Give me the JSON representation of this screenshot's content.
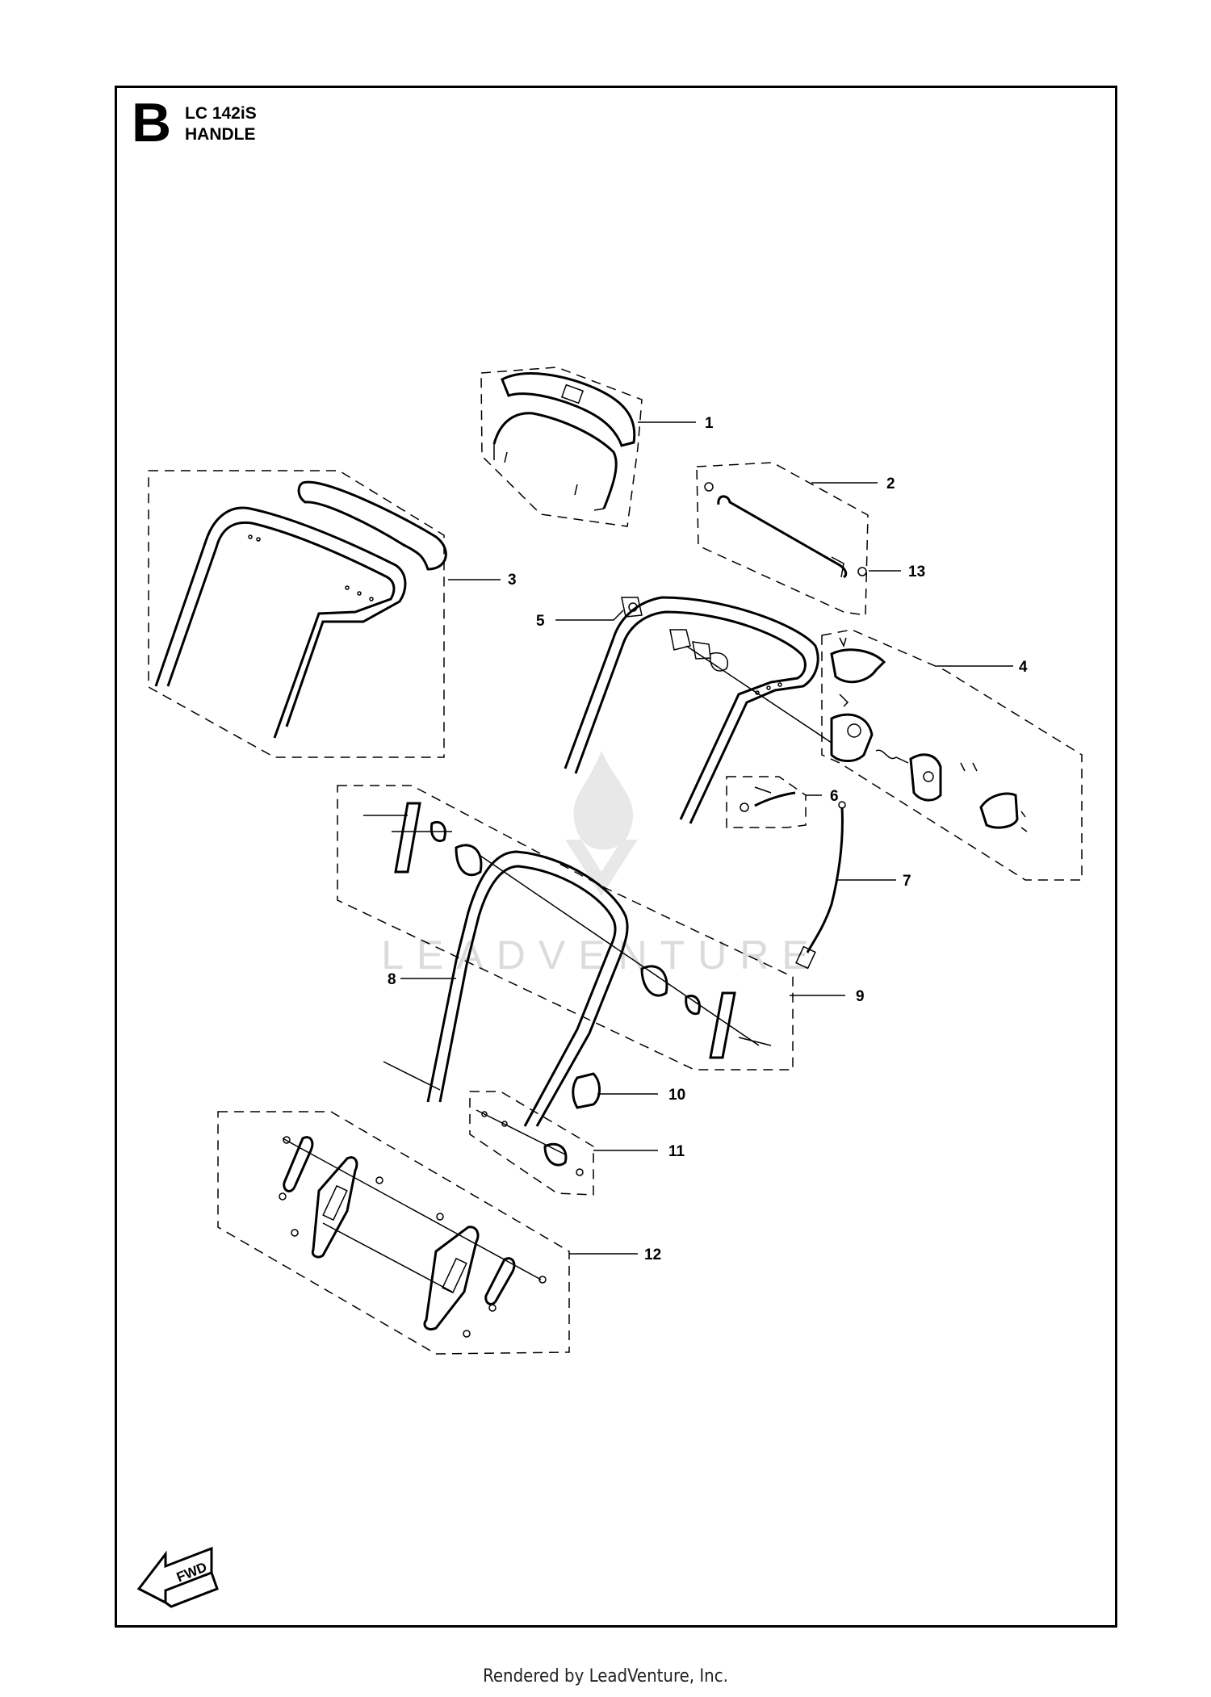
{
  "header": {
    "section_letter": "B",
    "model": "LC 142iS",
    "assembly": "HANDLE"
  },
  "callouts": [
    "1",
    "2",
    "3",
    "4",
    "5",
    "6",
    "7",
    "8",
    "9",
    "10",
    "11",
    "12",
    "13"
  ],
  "fwd_label": "FWD",
  "watermark": "LEADVENTURE",
  "footer": "Rendered by LeadVenture, Inc."
}
